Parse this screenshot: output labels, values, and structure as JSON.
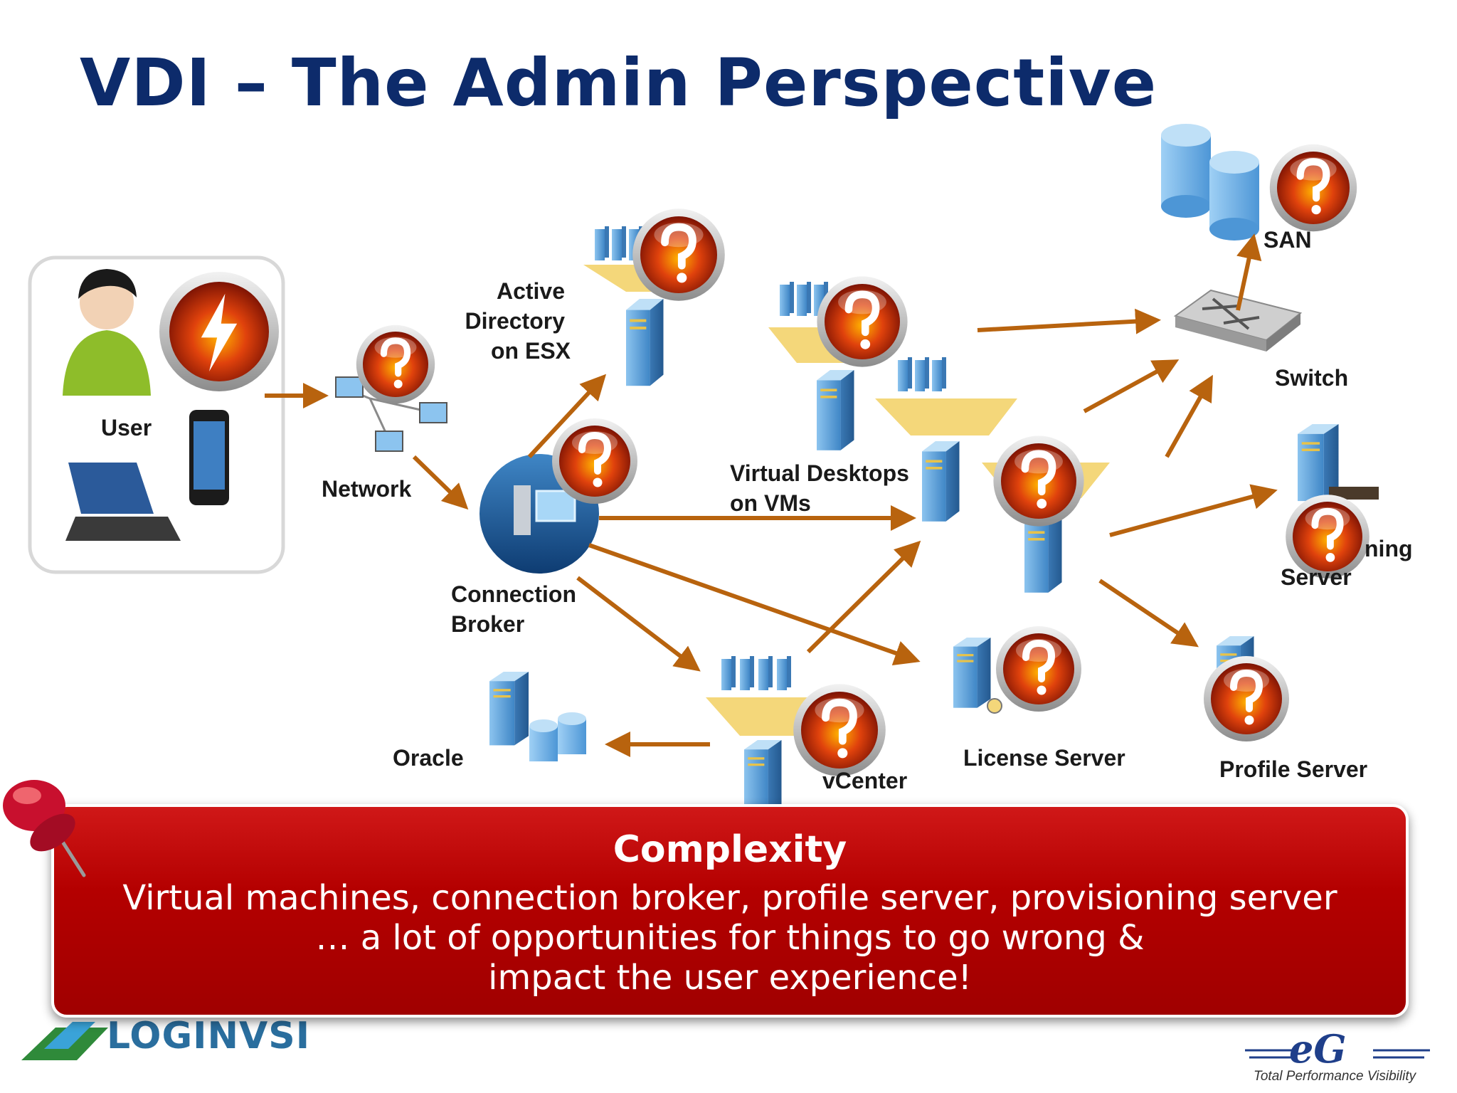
{
  "slide": {
    "title": "VDI – The Admin Perspective"
  },
  "diagram": {
    "nodes": {
      "user": "User",
      "network": "Network",
      "active_directory": [
        "Active",
        "Directory",
        "on ESX"
      ],
      "connection_broker": [
        "Connection",
        "Broker"
      ],
      "virtual_desktops": [
        "Virtual Desktops",
        "on VMs"
      ],
      "san": "SAN",
      "switch": "Switch",
      "provisioning_server": [
        "ning",
        "Server"
      ],
      "license_server": "License Server",
      "profile_server": "Profile Server",
      "vcenter": "vCenter",
      "oracle": "Oracle"
    },
    "icons": {
      "status_unknown": "question-mark-icon",
      "status_alert": "lightning-bolt-icon"
    },
    "colors": {
      "arrow": "#b8630e",
      "title": "#0d2b6b",
      "server": "#5aa2dc",
      "status_badge": "#c0280c"
    }
  },
  "callout": {
    "heading": "Complexity",
    "lines": [
      "Virtual machines, connection broker, profile server, provisioning server",
      "… a lot of opportunities for things to go wrong &",
      "impact the user experience!"
    ],
    "background": "#b40000"
  },
  "logos": {
    "left": "LOGINVSI",
    "right": "eG",
    "right_tagline": "Total Performance Visibility"
  }
}
